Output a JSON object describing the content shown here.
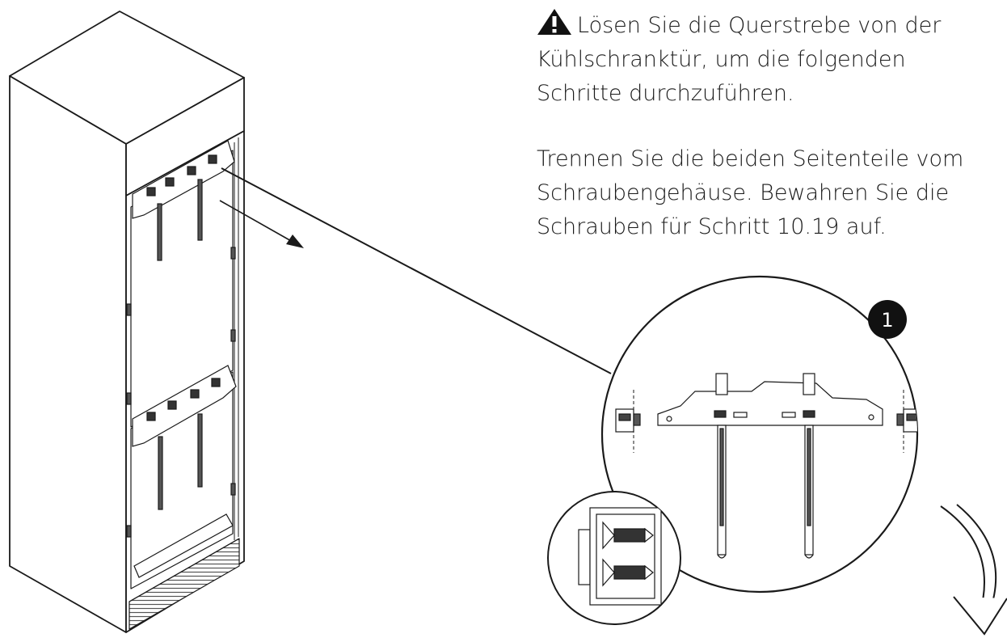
{
  "warning": {
    "icon": "warning-triangle-icon",
    "lines": [
      "Lösen Sie die Querstrebe von der",
      "Kühlschranktür, um die folgenden",
      "Schritte durchzuführen."
    ]
  },
  "instruction": {
    "lines": [
      "Trennen Sie die beiden Seitenteile vom",
      "Schraubengehäuse. Bewahren Sie die",
      "Schrauben für Schritt 10.19 auf."
    ]
  },
  "detail": {
    "step_badge": "1"
  },
  "icons": {
    "arrow": "direction-arrow-icon",
    "next": "curved-arrow-down-icon"
  },
  "colors": {
    "line": "#1a1a1a",
    "badge": "#111111",
    "badge_text": "#ffffff"
  }
}
